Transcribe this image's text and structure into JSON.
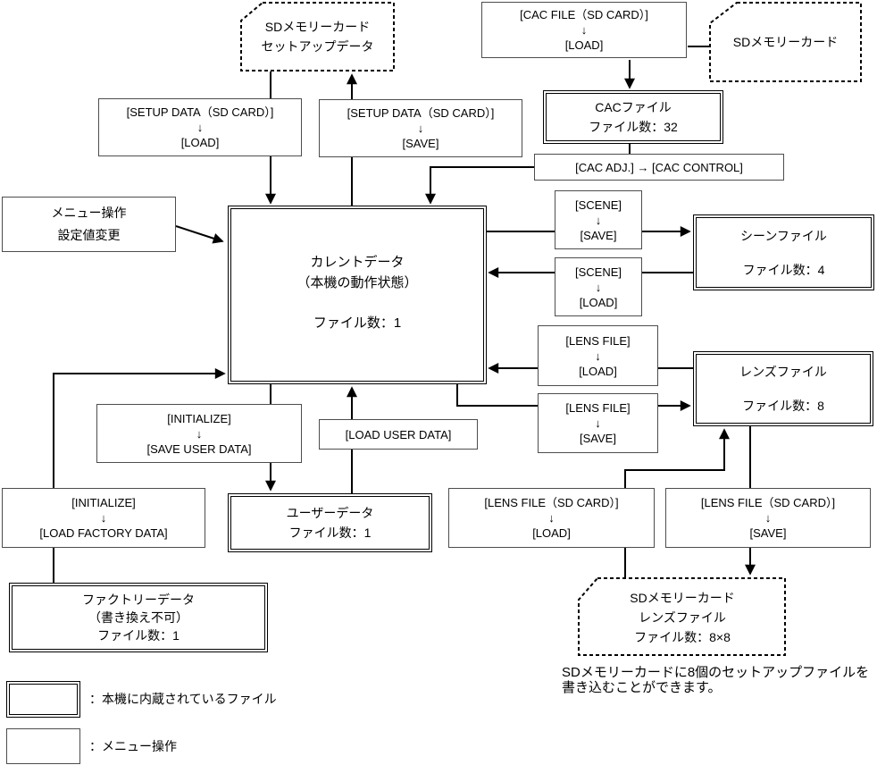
{
  "colors": {
    "background": "#ffffff",
    "line": "#000000",
    "menu_op_border": "#4d4d4d",
    "internal_file_border": "#000000"
  },
  "nodes": {
    "sd_setup_card": {
      "type": "sd-card",
      "lines": [
        "SDメモリーカード",
        "セットアップデータ"
      ]
    },
    "cac_file_load": {
      "type": "menu-op",
      "lines": [
        "[CAC FILE（SD CARD）]",
        "↓",
        "[LOAD]"
      ]
    },
    "sd_card": {
      "type": "sd-card",
      "lines": [
        "SDメモリーカード"
      ]
    },
    "setup_load": {
      "type": "menu-op",
      "lines": [
        "[SETUP DATA（SD CARD）]",
        "↓",
        "[LOAD]"
      ]
    },
    "setup_save": {
      "type": "menu-op",
      "lines": [
        "[SETUP DATA（SD CARD）]",
        "↓",
        "[SAVE]"
      ]
    },
    "cac_file": {
      "type": "internal-file",
      "lines": [
        "CACファイル",
        "ファイル数：32"
      ]
    },
    "cac_adj": {
      "type": "menu-op",
      "lines": [
        "[CAC ADJ.] → [CAC CONTROL]"
      ]
    },
    "menu_ops": {
      "type": "menu-op",
      "lines": [
        "メニュー操作",
        "設定値変更"
      ]
    },
    "current_data": {
      "type": "internal-file",
      "lines": [
        "カレントデータ",
        "（本機の動作状態）",
        "ファイル数：1"
      ]
    },
    "scene_save": {
      "type": "menu-op",
      "lines": [
        "[SCENE]",
        "↓",
        "[SAVE]"
      ]
    },
    "scene_load": {
      "type": "menu-op",
      "lines": [
        "[SCENE]",
        "↓",
        "[LOAD]"
      ]
    },
    "scene_file": {
      "type": "internal-file",
      "lines": [
        "シーンファイル",
        "ファイル数：4"
      ]
    },
    "lens_load": {
      "type": "menu-op",
      "lines": [
        "[LENS FILE]",
        "↓",
        "[LOAD]"
      ]
    },
    "lens_save": {
      "type": "menu-op",
      "lines": [
        "[LENS FILE]",
        "↓",
        "[SAVE]"
      ]
    },
    "lens_file": {
      "type": "internal-file",
      "lines": [
        "レンズファイル",
        "ファイル数：8"
      ]
    },
    "initialize_save_user": {
      "type": "menu-op",
      "lines": [
        "[INITIALIZE]",
        "↓",
        "[SAVE USER DATA]"
      ]
    },
    "load_user_data": {
      "type": "menu-op",
      "lines": [
        "[LOAD USER DATA]"
      ]
    },
    "initialize_load_factory": {
      "type": "menu-op",
      "lines": [
        "[INITIALIZE]",
        "↓",
        "[LOAD FACTORY DATA]"
      ]
    },
    "user_data": {
      "type": "internal-file",
      "lines": [
        "ユーザーデータ",
        "ファイル数：1"
      ]
    },
    "lens_sd_load": {
      "type": "menu-op",
      "lines": [
        "[LENS FILE（SD CARD）]",
        "↓",
        "[LOAD]"
      ]
    },
    "lens_sd_save": {
      "type": "menu-op",
      "lines": [
        "[LENS FILE（SD CARD）]",
        "↓",
        "[SAVE]"
      ]
    },
    "factory_data": {
      "type": "internal-file",
      "lines": [
        "ファクトリーデータ",
        "（書き換え不可）",
        "ファイル数：1"
      ]
    },
    "sd_lens_card": {
      "type": "sd-card",
      "lines": [
        "SDメモリーカード",
        "レンズファイル",
        "ファイル数：8×8"
      ]
    }
  },
  "note": "SDメモリーカードに8個のセットアップファイルを書き込むことができます。",
  "legend": {
    "internal_file": "：本機に内蔵されているファイル",
    "menu_op": "：メニュー操作"
  }
}
